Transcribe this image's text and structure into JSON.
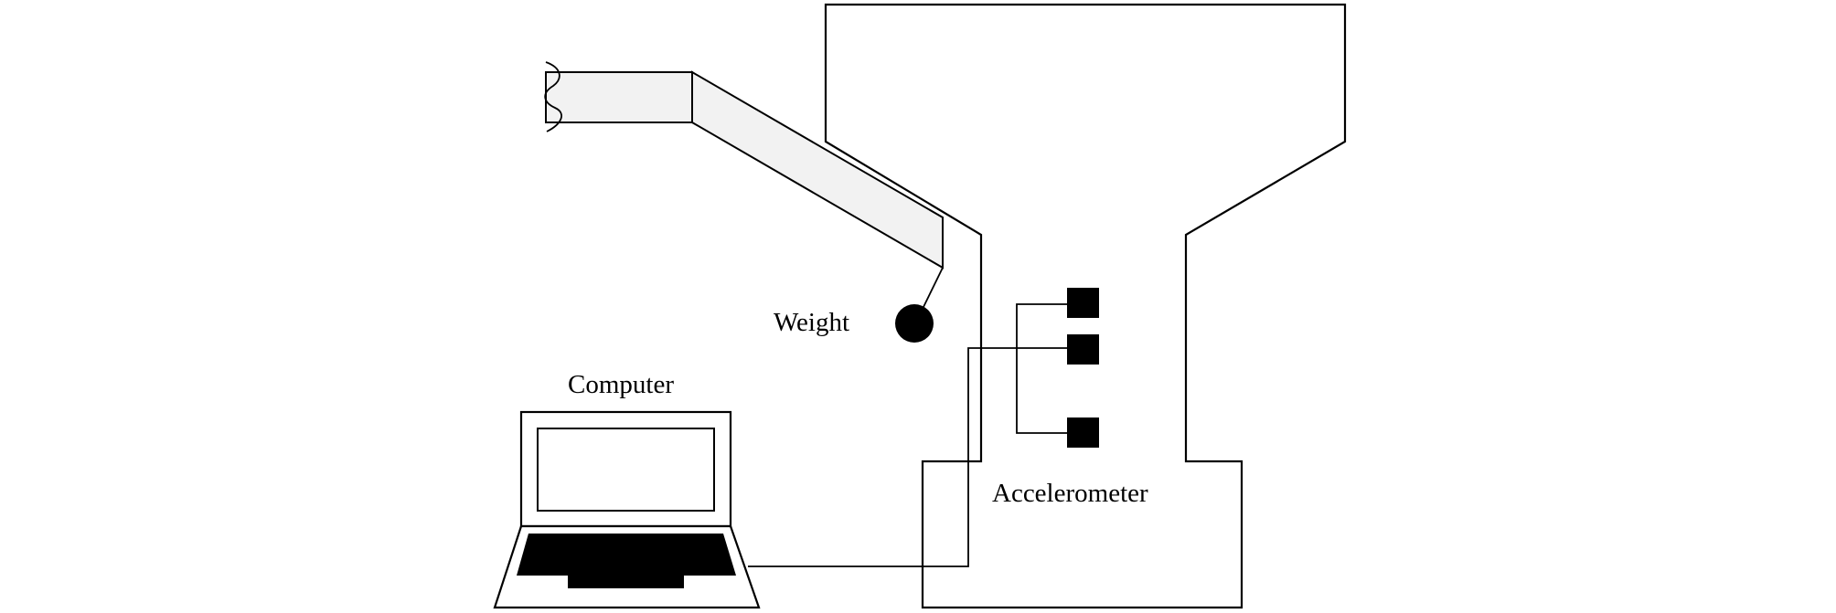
{
  "labels": {
    "weight": "Weight",
    "computer": "Computer",
    "accelerometer": "Accelerometer"
  },
  "colors": {
    "stroke": "#000000",
    "arm_fill": "#f2f2f2",
    "sensor_fill": "#000000",
    "background": "#ffffff"
  },
  "components": {
    "accelerometer_count": 3
  }
}
